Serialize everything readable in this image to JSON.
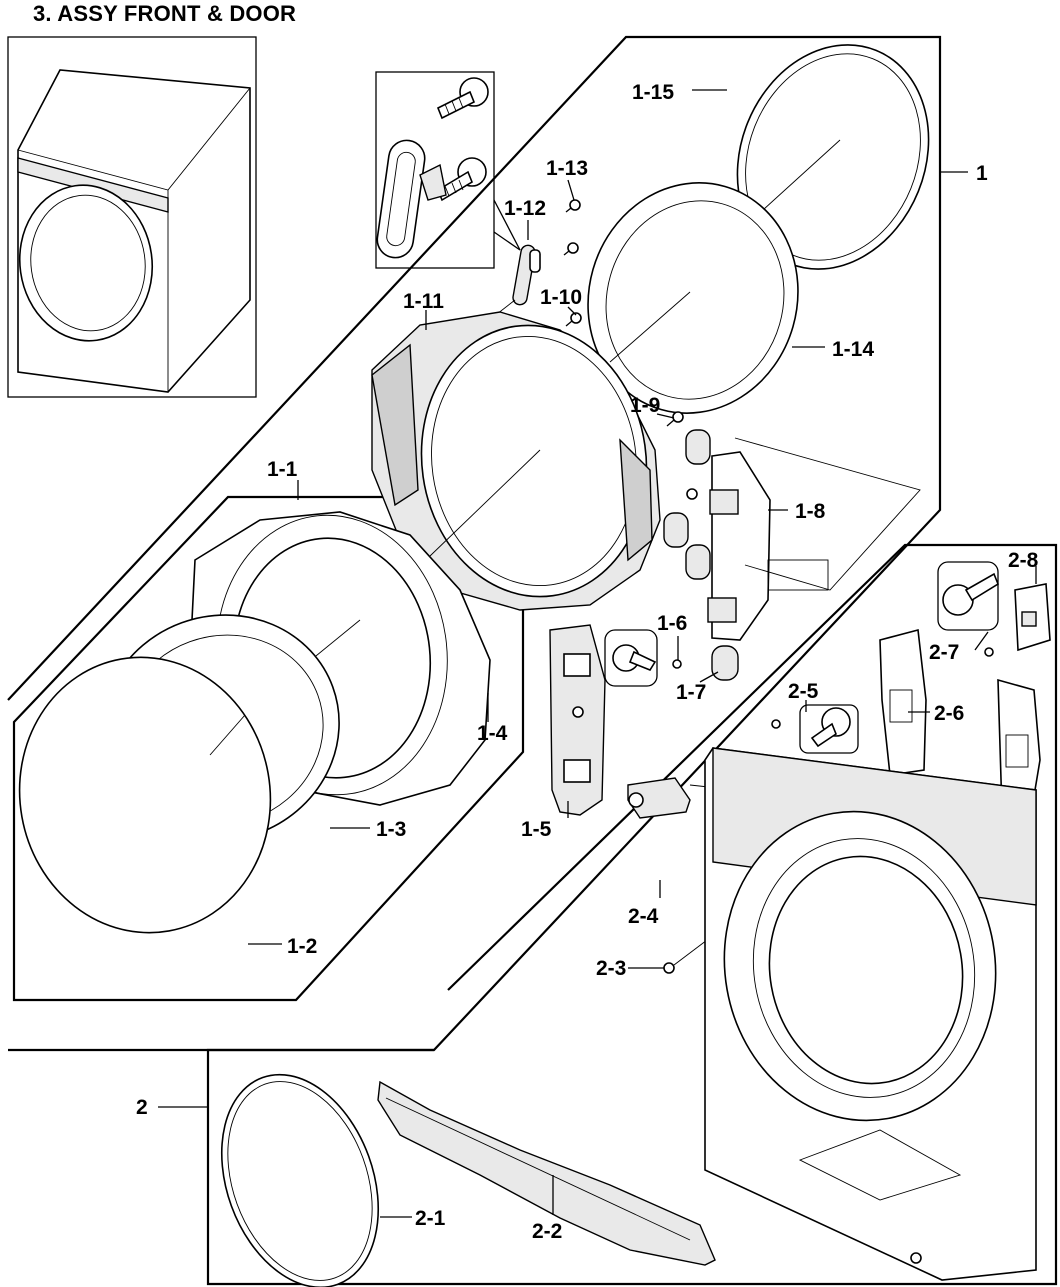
{
  "title": "3. ASSY FRONT & DOOR",
  "labels": {
    "l1": "1",
    "l1_1": "1-1",
    "l1_2": "1-2",
    "l1_3": "1-3",
    "l1_4": "1-4",
    "l1_5": "1-5",
    "l1_6": "1-6",
    "l1_7": "1-7",
    "l1_8": "1-8",
    "l1_9": "1-9",
    "l1_10": "1-10",
    "l1_11": "1-11",
    "l1_12": "1-12",
    "l1_13": "1-13",
    "l1_14": "1-14",
    "l1_15": "1-15",
    "l2": "2",
    "l2_1": "2-1",
    "l2_2": "2-2",
    "l2_3": "2-3",
    "l2_4": "2-4",
    "l2_5": "2-5",
    "l2_6": "2-6",
    "l2_7": "2-7",
    "l2_8": "2-8"
  }
}
